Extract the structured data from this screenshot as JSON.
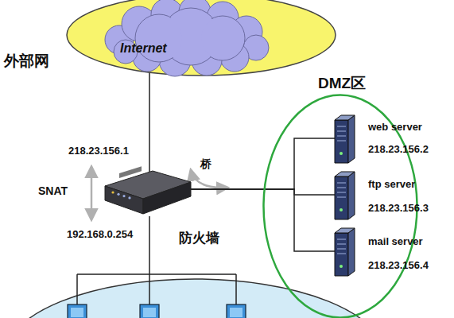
{
  "diagram": {
    "nodes": [
      {
        "text": [
          "Internet"
        ]
      },
      {
        "text": [
          "DMZ区"
        ]
      },
      {
        "text": [
          "web server",
          "218.23.156.2"
        ],
        "in": 1
      },
      {
        "text": [
          "ftp server",
          "218.23.156.3"
        ],
        "in": 1
      },
      {
        "text": [
          "mail server",
          "218.23.156.4"
        ],
        "in": 1
      },
      {
        "text": [
          "防火墙"
        ]
      }
    ],
    "edges": [
      {
        "from": 0,
        "to": 5,
        "arrow": "none"
      },
      {
        "from": 5,
        "to": 2,
        "arrow": "none"
      },
      {
        "from": 5,
        "to": 3,
        "arrow": "none"
      },
      {
        "from": 5,
        "to": 4,
        "arrow": "none"
      }
    ],
    "labels": [
      "外部网",
      "218.23.156.1",
      "SNAT",
      "192.168.0.254",
      "桥"
    ]
  }
}
